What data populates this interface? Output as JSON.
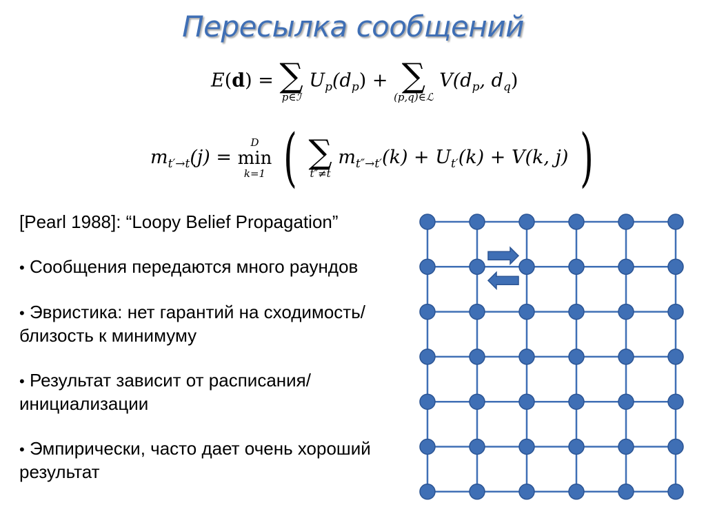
{
  "slide": {
    "title": "Пересылка сообщений",
    "reference": "[Pearl 1988]: “Loopy Belief Propagation”",
    "bullets": [
      "Сообщения передаются много раундов",
      "Эвристика: нет гарантий на сходимость/близость к минимуму",
      "Результат зависит от расписания/инициализации",
      "Эмпирически, часто дает очень хороший результат"
    ],
    "bullet_symbol": "•"
  },
  "formula1": {
    "lhs": "E(d) =",
    "sum_symbol": "∑",
    "term1": "U",
    "term1_sub": "p",
    "term1_arg": "(d",
    "term1_arg_sub": "p",
    "term1_close": ")",
    "plus": "+",
    "sum1_limit": "p∈ℐ",
    "sum2_limit": "(p,q)∈ℒ",
    "term2": "V(d",
    "term2_sub1": "p",
    "term2_mid": ", d",
    "term2_sub2": "q",
    "term2_close": ")"
  },
  "formula2": {
    "m": "m",
    "m_sub": "t′→t",
    "lhs_arg": "(j) =",
    "min_op": "min",
    "min_upper": "D",
    "min_lower": "k=1",
    "sum_symbol": "∑",
    "sum_limit": "t″≠t",
    "inner_m_sub": "t″→t′",
    "inner_arg": "(k) + U",
    "u_sub": "t′",
    "u_arg": "(k) + V(k, j)",
    "open_paren": "(",
    "close_paren": ")"
  },
  "diagram": {
    "rows": 7,
    "cols": 6,
    "node_color": "#3f6fb5",
    "edge_color": "#3f6fb5",
    "arrow_color": "#3f6fb5"
  }
}
